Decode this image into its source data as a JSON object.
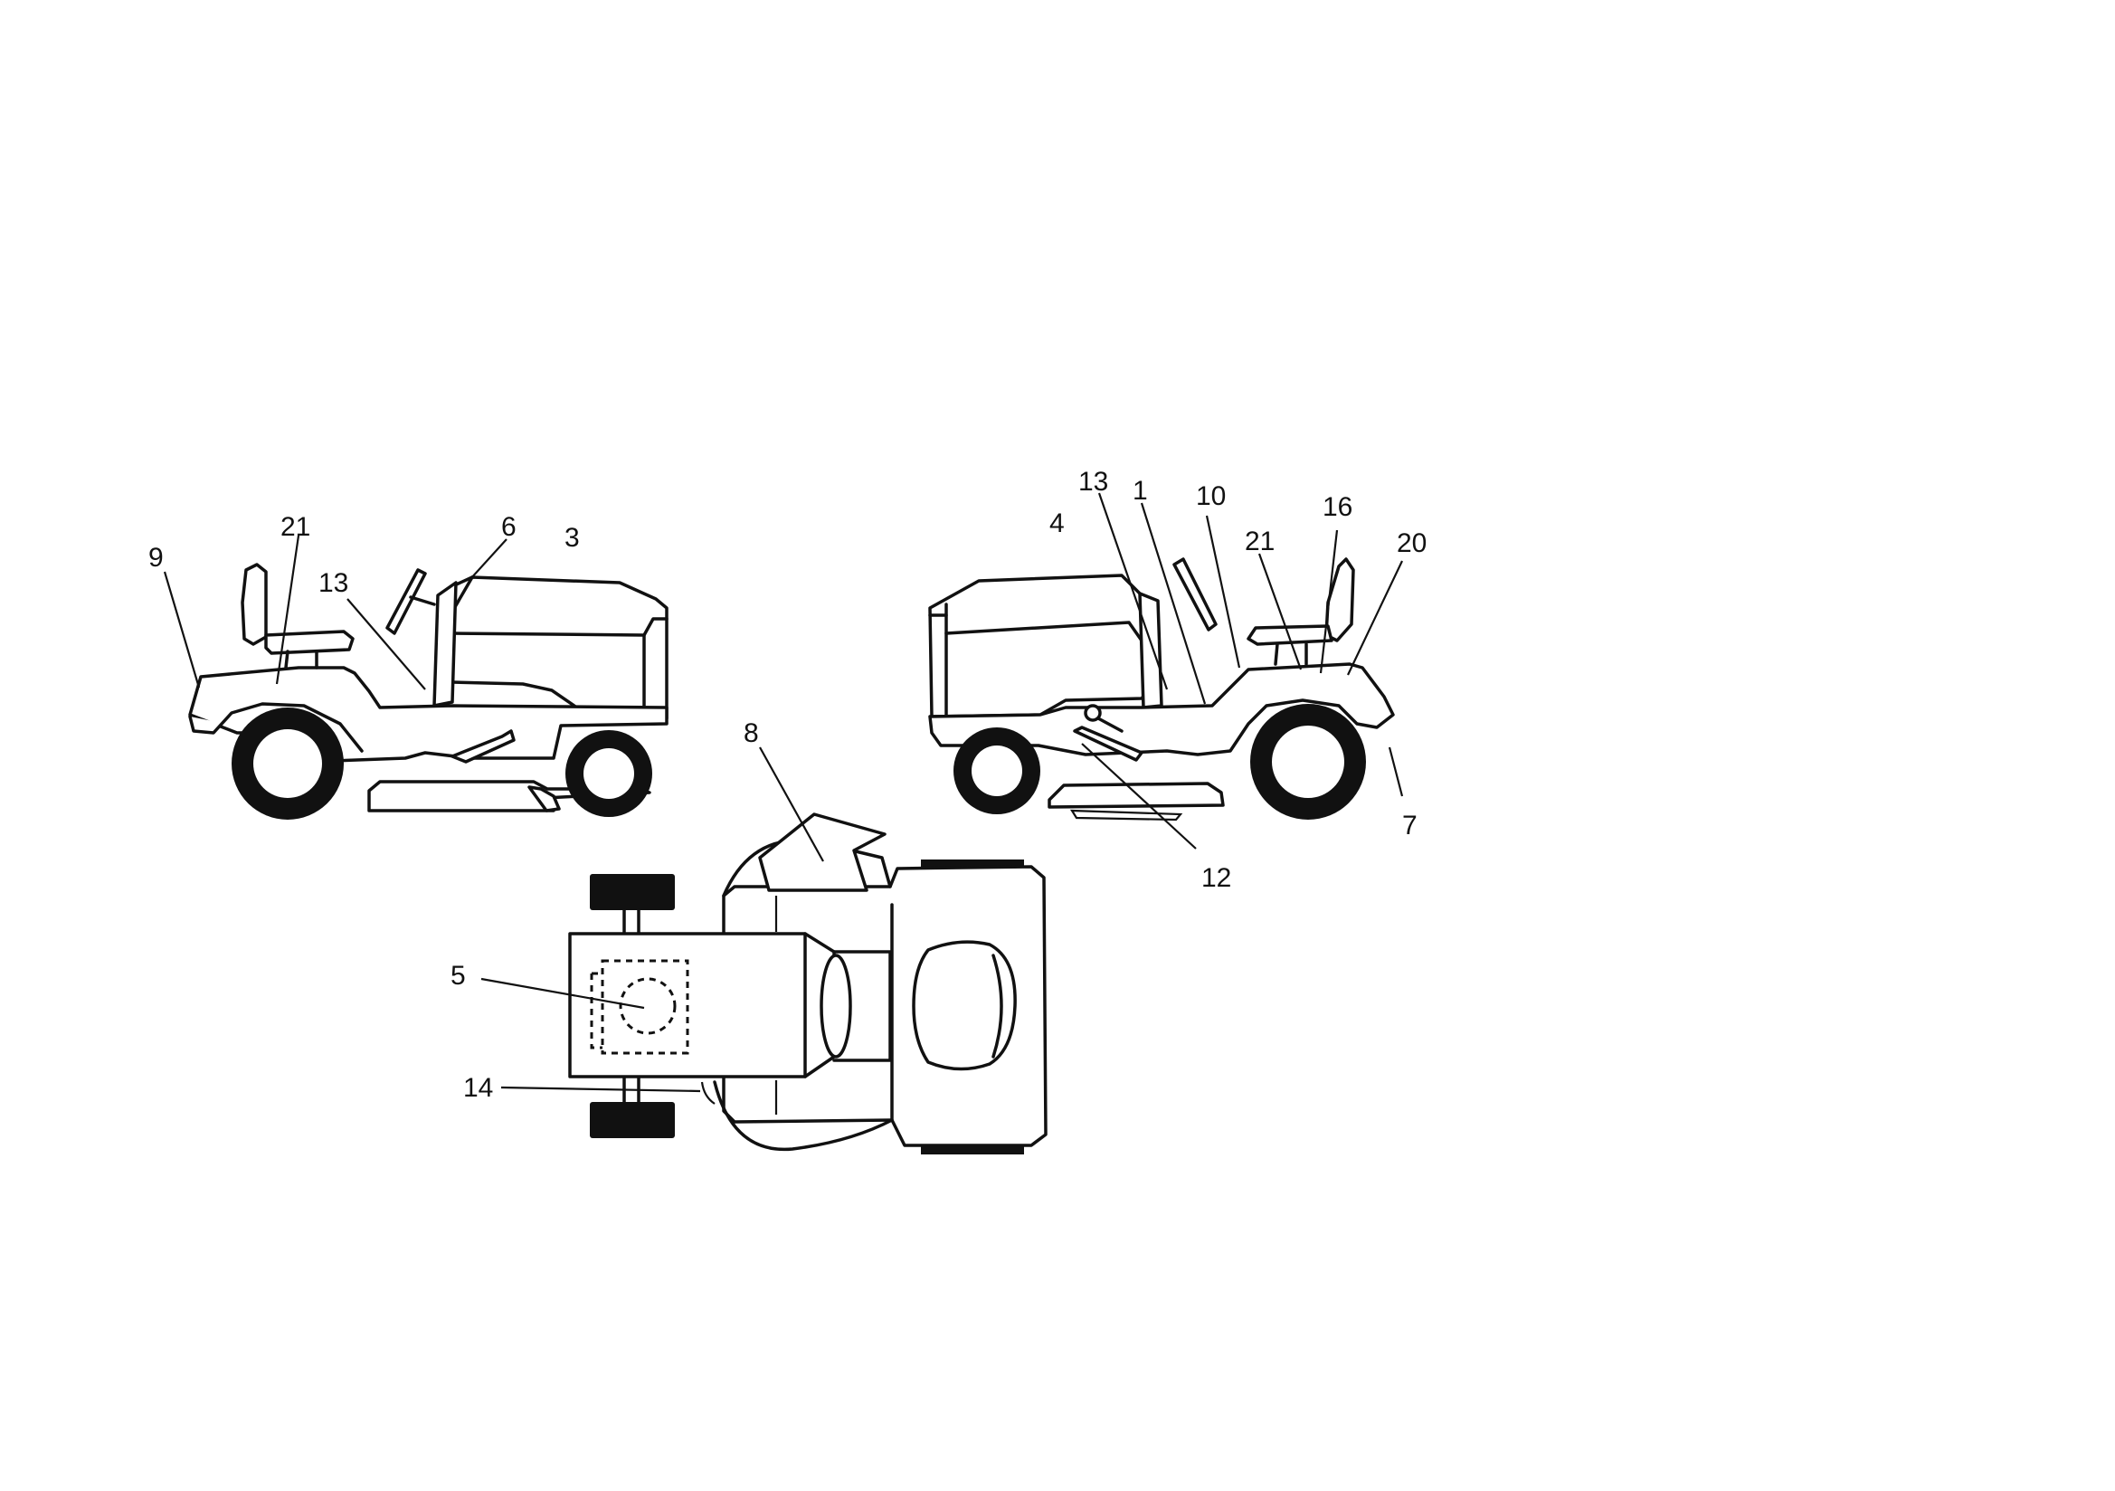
{
  "callouts": {
    "left": {
      "n9": "9",
      "n21": "21",
      "n13": "13",
      "n6": "6",
      "n3": "3"
    },
    "right": {
      "n13": "13",
      "n1": "1",
      "n4": "4",
      "n10": "10",
      "n21": "21",
      "n16": "16",
      "n20": "20",
      "n7": "7",
      "n12": "12"
    },
    "top": {
      "n8": "8",
      "n5": "5",
      "n14": "14"
    }
  }
}
